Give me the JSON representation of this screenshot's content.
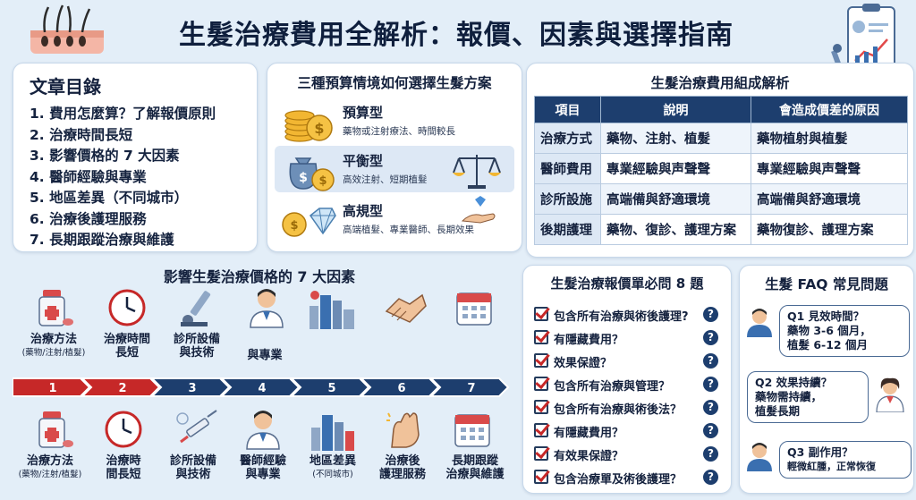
{
  "title": "生髮治療費用全解析：報價、因素與選擇指南",
  "toc": {
    "title": "文章目錄",
    "items": [
      "1. 費用怎麼算？了解報價原則",
      "2. 治療時間長短",
      "3. 影響價格的 7 大因素",
      "4. 醫師經驗與專業",
      "5. 地區差異（不同城市）",
      "6. 治療後護理服務",
      "7. 長期跟蹤治療與維護"
    ]
  },
  "budget": {
    "title": "三種預算情境如何選擇生髮方案",
    "rows": [
      {
        "name": "預算型",
        "desc": "藥物或注射療法、時間較長"
      },
      {
        "name": "平衡型",
        "desc": "高效注射、短期植髮"
      },
      {
        "name": "高規型",
        "desc": "高端植髮、專業醫師、長期效果"
      }
    ]
  },
  "cost": {
    "title": "生髮治療費用組成解析",
    "headers": [
      "項目",
      "說明",
      "會造成價差的原因"
    ],
    "rows": [
      [
        "治療方式",
        "藥物、注射、植髮",
        "藥物植射與植髮"
      ],
      [
        "醫師費用",
        "專業經驗與声聲聲",
        "專業經驗與声聲聲"
      ],
      [
        "診所設施",
        "高端備與舒適環境",
        "高端備與舒適環境"
      ],
      [
        "後期護理",
        "藥物、復診、護理方案",
        "藥物復診、護理方案"
      ]
    ]
  },
  "factors": {
    "title": "影響生髮治療價格的 7 大因素",
    "top_labels": [
      {
        "l1": "治療方法",
        "l2": "(藥物/注射/植髮)"
      },
      {
        "l1": "治療時間",
        "l2": "長短"
      },
      {
        "l1": "診所設備",
        "l2": "與技術"
      },
      {
        "l1": "與專業",
        "l2": ""
      }
    ],
    "steps": [
      "1",
      "2",
      "3",
      "4",
      "5",
      "6",
      "7"
    ],
    "bottom_labels": [
      {
        "l1": "治療方法",
        "l2": "(藥物/注射/植髮)"
      },
      {
        "l1": "治療時",
        "l2": "間長短"
      },
      {
        "l1": "診所設備",
        "l2": "與技術"
      },
      {
        "l1": "醫師經驗",
        "l2": "與專業"
      },
      {
        "l1": "地區差異",
        "l2": "(不同城市)"
      },
      {
        "l1": "治療後",
        "l2": "護理服務"
      },
      {
        "l1": "長期跟蹤",
        "l2": "治療與維護"
      }
    ]
  },
  "checklist": {
    "title": "生髮治療報價單必問 8 題",
    "items": [
      "包含所有治療與術後護理?",
      "有隱藏費用？",
      "效果保證？",
      "包含所有治療與管理？",
      "包含所有治療與術後法？",
      "有隱藏費用？",
      "有效果保證？",
      "包含治療單及術後護理？"
    ]
  },
  "faq": {
    "title": "生髮 FAQ 常見問題",
    "items": [
      {
        "q": "Q1 見效時間？",
        "a1": "藥物 3-6 個月，",
        "a2": "植髮 6-12 個月"
      },
      {
        "q": "Q2 效果持續？",
        "a1": "藥物需持續，",
        "a2": "植髮長期"
      },
      {
        "q": "Q3 副作用？",
        "a1": "輕微紅腫，正常恢復",
        "a2": ""
      }
    ]
  },
  "colors": {
    "navy": "#1d3e6e",
    "red": "#c62828",
    "background": "#e3eef8"
  }
}
